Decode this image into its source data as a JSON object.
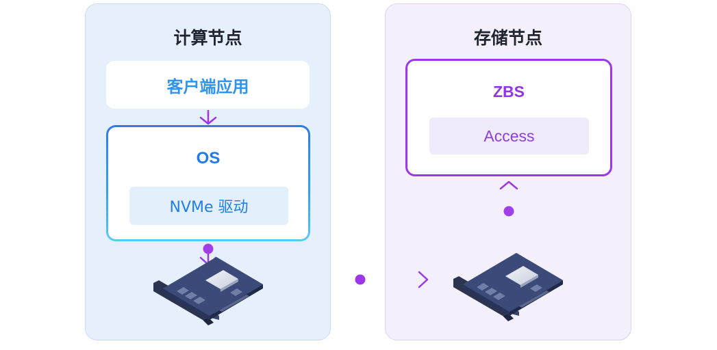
{
  "compute_node": {
    "title": "计算节点",
    "client_app": "客户端应用",
    "os": {
      "title": "OS",
      "driver": "NVMe 驱动"
    }
  },
  "storage_node": {
    "title": "存储节点",
    "zbs": {
      "title": "ZBS",
      "access": "Access"
    }
  },
  "colors": {
    "compute_bg": "#e6f0fc",
    "storage_bg": "#f3f0fc",
    "blue_accent": "#1e7be8",
    "purple_accent": "#9b37e8"
  },
  "icons": [
    "nvme-card-icon",
    "arrow-down-icon",
    "arrow-right-icon",
    "arrow-up-icon"
  ]
}
